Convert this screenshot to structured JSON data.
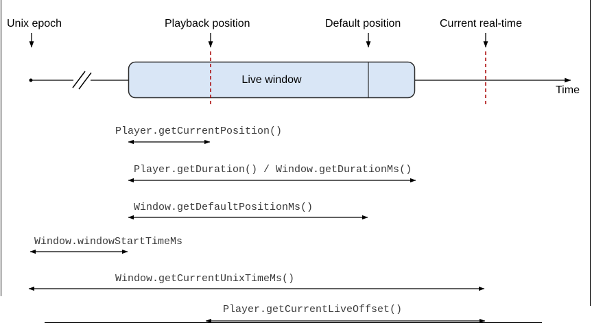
{
  "markers": {
    "unix_epoch": "Unix epoch",
    "playback_position": "Playback position",
    "default_position": "Default position",
    "current_real_time": "Current real-time"
  },
  "timeline": {
    "live_window_label": "Live window",
    "axis_label": "Time"
  },
  "api_spans": [
    {
      "label": "Player.getCurrentPosition()"
    },
    {
      "label": "Player.getDuration() / Window.getDurationMs()"
    },
    {
      "label": "Window.getDefaultPositionMs()"
    },
    {
      "label": "Window.windowStartTimeMs"
    },
    {
      "label": "Window.getCurrentUnixTimeMs()"
    },
    {
      "label": "Player.getCurrentLiveOffset()"
    }
  ],
  "colors": {
    "live_window_fill": "#d9e6f6",
    "live_window_border": "#2b2b2b",
    "position_marker_red": "#a80000",
    "line_black": "#000000",
    "code_text": "#3a3a3a"
  }
}
